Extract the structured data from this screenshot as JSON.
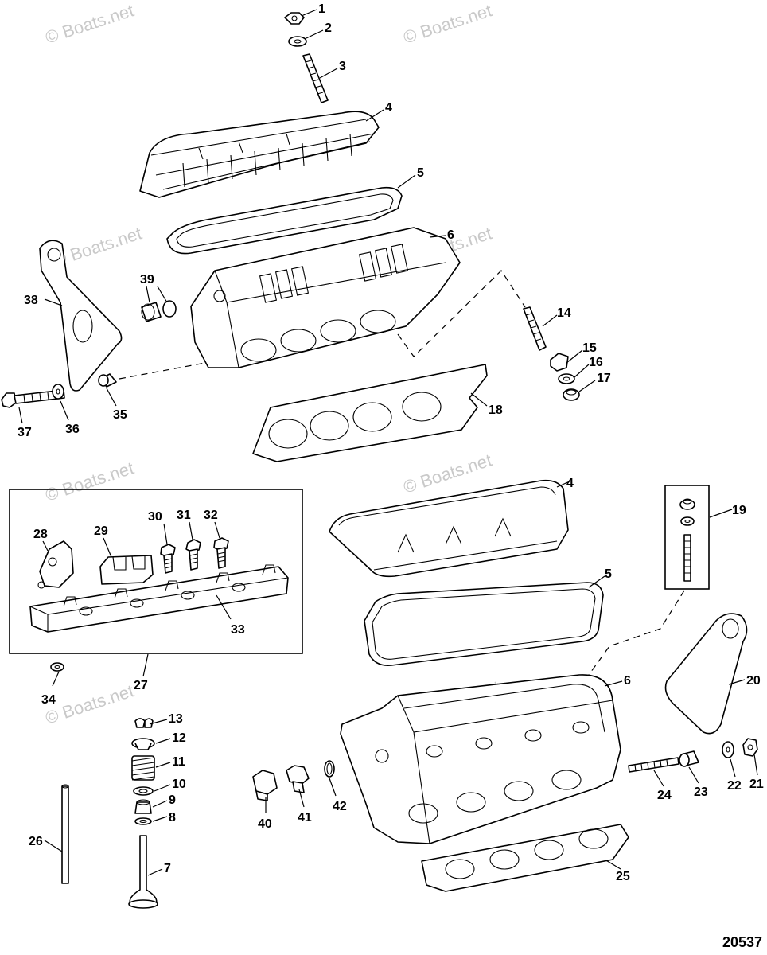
{
  "watermark": "© Boats.net",
  "figure_number": "20537",
  "callouts": [
    {
      "id": "c1",
      "label": "1"
    },
    {
      "id": "c2",
      "label": "2"
    },
    {
      "id": "c3",
      "label": "3"
    },
    {
      "id": "c4a",
      "label": "4"
    },
    {
      "id": "c5a",
      "label": "5"
    },
    {
      "id": "c6a",
      "label": "6"
    },
    {
      "id": "c14",
      "label": "14"
    },
    {
      "id": "c15",
      "label": "15"
    },
    {
      "id": "c16",
      "label": "16"
    },
    {
      "id": "c17",
      "label": "17"
    },
    {
      "id": "c18",
      "label": "18"
    },
    {
      "id": "c38",
      "label": "38"
    },
    {
      "id": "c39",
      "label": "39"
    },
    {
      "id": "c37",
      "label": "37"
    },
    {
      "id": "c36",
      "label": "36"
    },
    {
      "id": "c35",
      "label": "35"
    },
    {
      "id": "c28",
      "label": "28"
    },
    {
      "id": "c29",
      "label": "29"
    },
    {
      "id": "c30",
      "label": "30"
    },
    {
      "id": "c31",
      "label": "31"
    },
    {
      "id": "c32",
      "label": "32"
    },
    {
      "id": "c33",
      "label": "33"
    },
    {
      "id": "c27",
      "label": "27"
    },
    {
      "id": "c34",
      "label": "34"
    },
    {
      "id": "c4b",
      "label": "4"
    },
    {
      "id": "c5b",
      "label": "5"
    },
    {
      "id": "c6b",
      "label": "6"
    },
    {
      "id": "c19",
      "label": "19"
    },
    {
      "id": "c20",
      "label": "20"
    },
    {
      "id": "c21",
      "label": "21"
    },
    {
      "id": "c22",
      "label": "22"
    },
    {
      "id": "c23",
      "label": "23"
    },
    {
      "id": "c24",
      "label": "24"
    },
    {
      "id": "c25",
      "label": "25"
    },
    {
      "id": "c13",
      "label": "13"
    },
    {
      "id": "c12",
      "label": "12"
    },
    {
      "id": "c11",
      "label": "11"
    },
    {
      "id": "c10",
      "label": "10"
    },
    {
      "id": "c9",
      "label": "9"
    },
    {
      "id": "c8",
      "label": "8"
    },
    {
      "id": "c7",
      "label": "7"
    },
    {
      "id": "c26",
      "label": "26"
    },
    {
      "id": "c40",
      "label": "40"
    },
    {
      "id": "c41",
      "label": "41"
    },
    {
      "id": "c42",
      "label": "42"
    }
  ]
}
